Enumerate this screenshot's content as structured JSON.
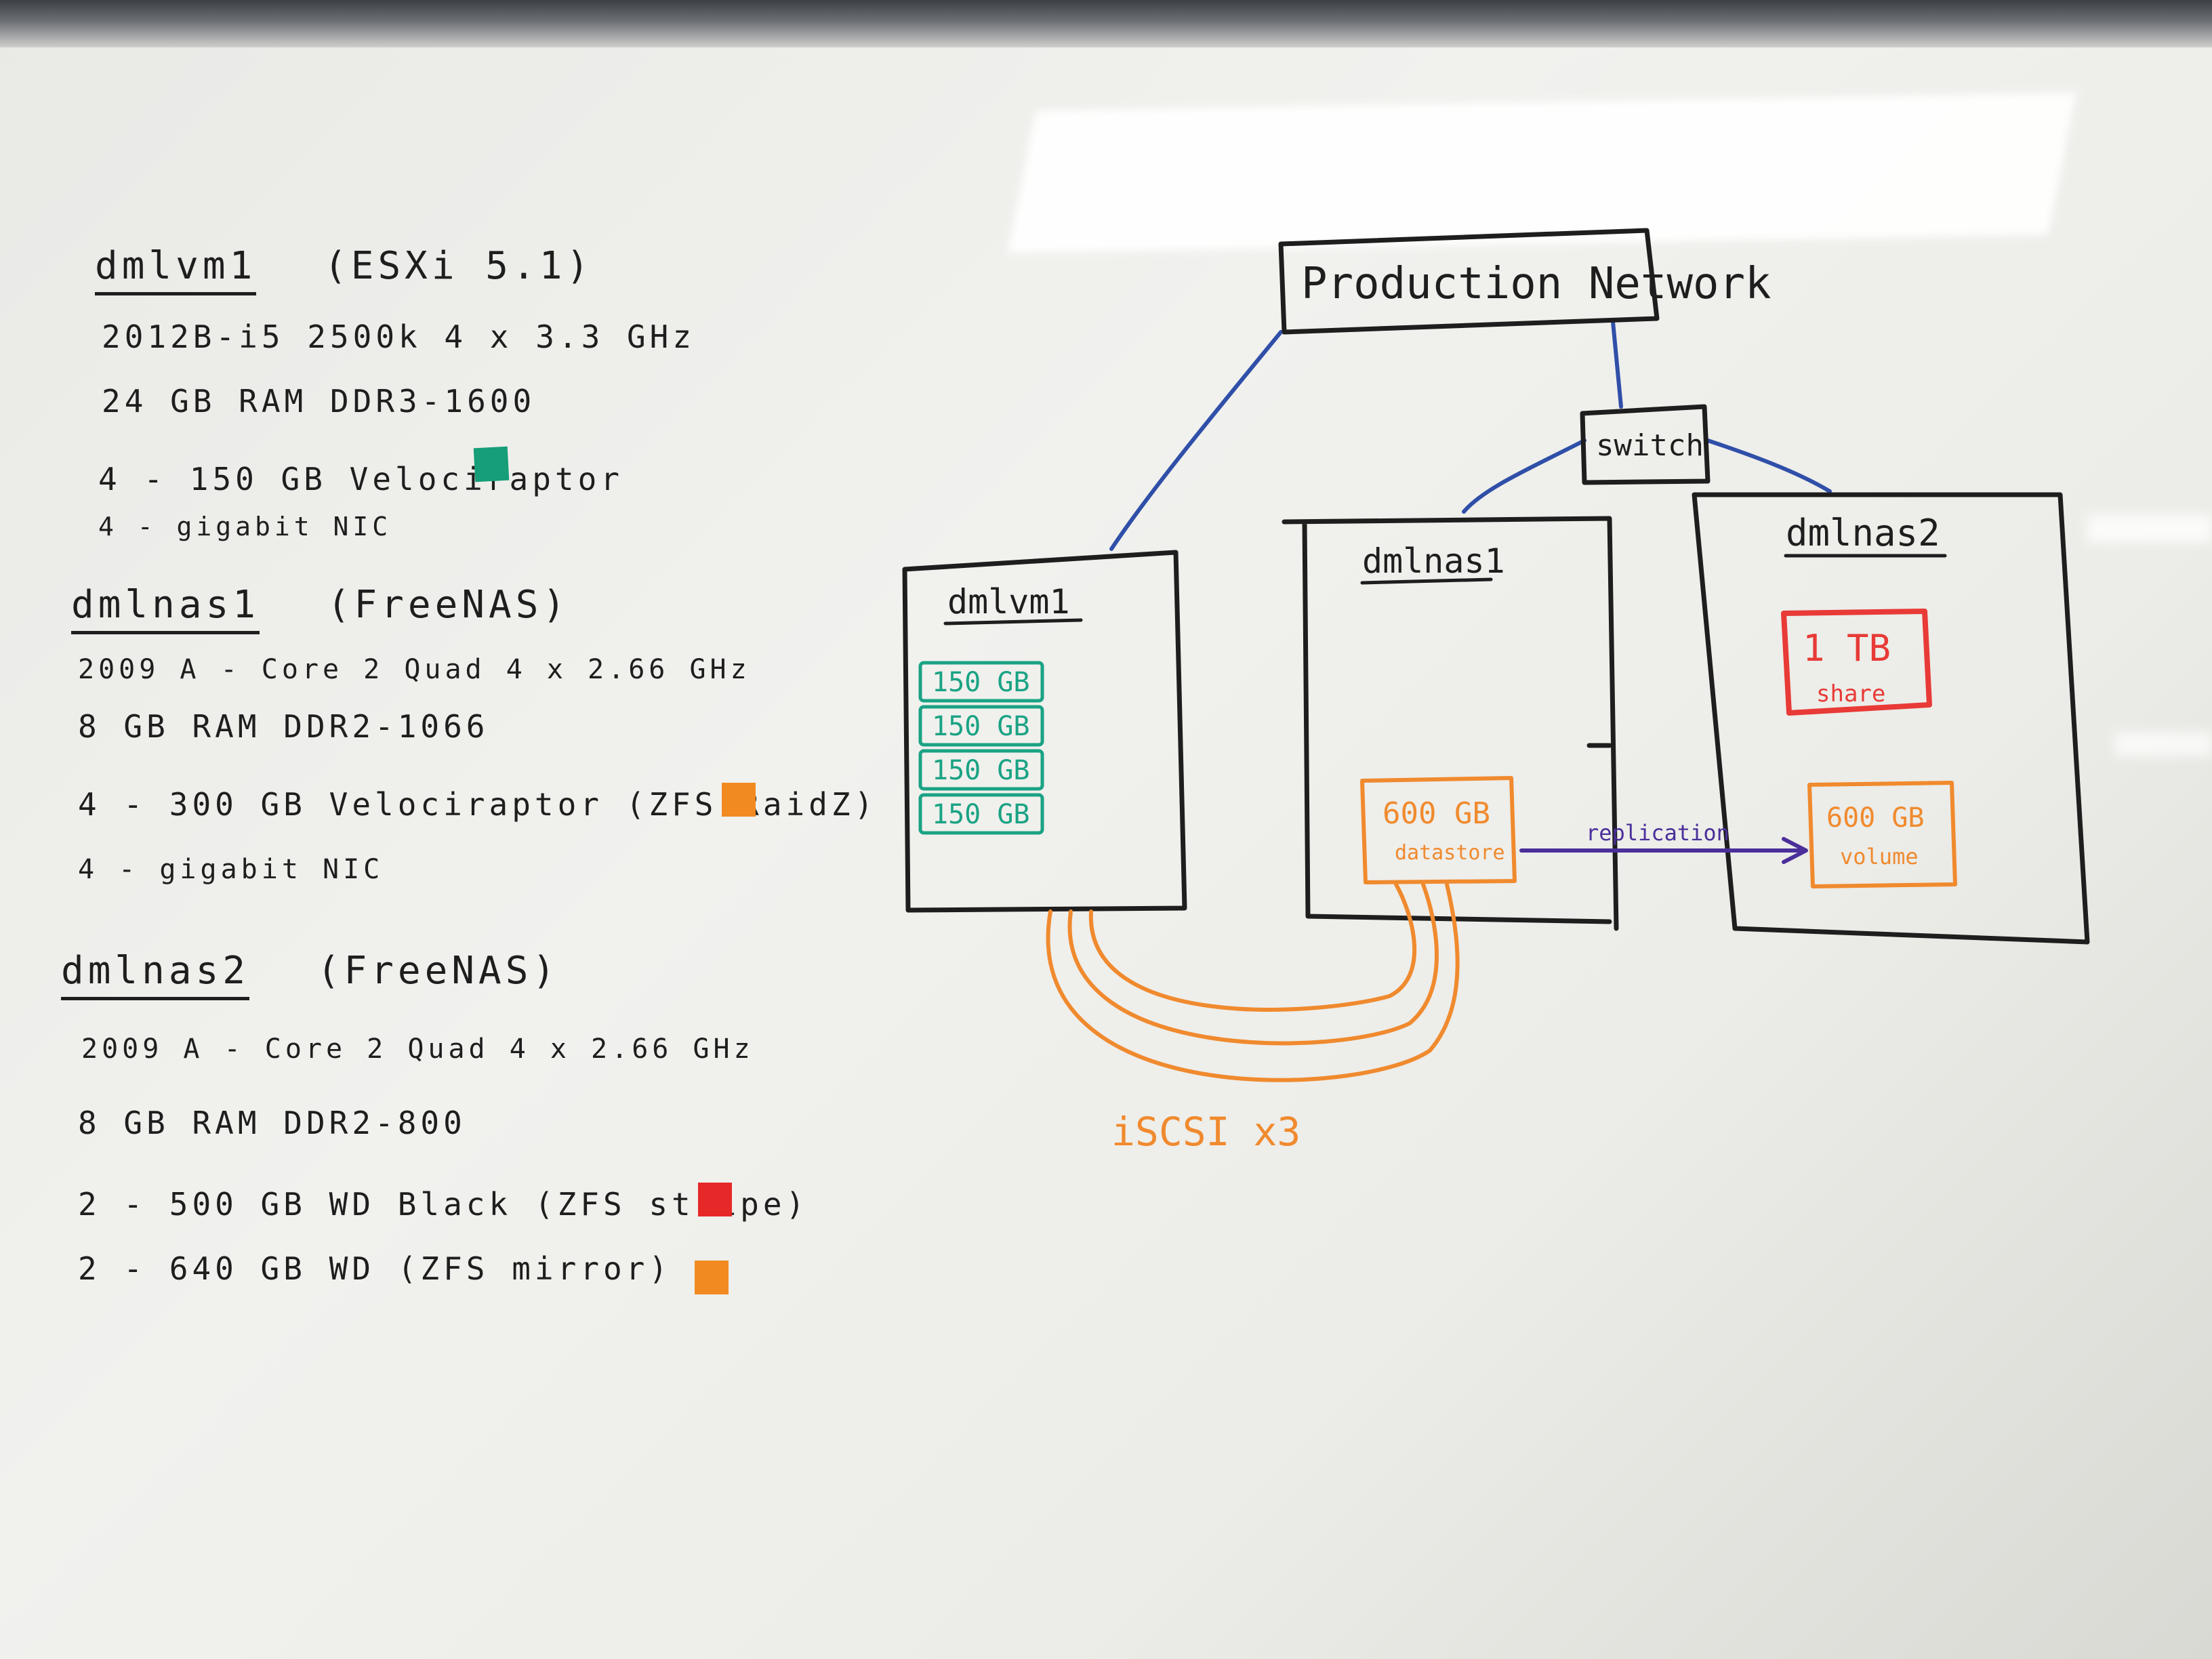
{
  "notes": {
    "vm1": {
      "name": "dmlvm1",
      "os": "(ESXi 5.1)",
      "lines": [
        "2012B-i5 2500k 4 x 3.3 GHz",
        "24 GB RAM DDR3-1600",
        "4 - 150 GB Velociraptor",
        "4 - gigabit NIC"
      ]
    },
    "nas1": {
      "name": "dmlnas1",
      "os": "(FreeNAS)",
      "lines": [
        "2009 A - Core 2 Quad 4 x 2.66 GHz",
        "8 GB RAM DDR2-1066",
        "4 - 300 GB Velociraptor (ZFS RaidZ)",
        "4 - gigabit NIC"
      ]
    },
    "nas2": {
      "name": "dmlnas2",
      "os": "(FreeNAS)",
      "lines": [
        "2009 A - Core 2 Quad 4 x 2.66 GHz",
        "8 GB RAM DDR2-800",
        "2 - 500 GB WD Black (ZFS stripe)",
        "2 - 640 GB WD (ZFS mirror)"
      ]
    }
  },
  "diagram": {
    "network_label": "Production Network",
    "switch_label": "switch",
    "vm1_label": "dmlvm1",
    "nas1_label": "dmlnas1",
    "nas2_label": "dmlnas2",
    "disk_labels": [
      "150 GB",
      "150 GB",
      "150 GB",
      "150 GB"
    ],
    "datastore_size": "600 GB",
    "datastore_label": "datastore",
    "share_size": "1 TB",
    "share_label": "share",
    "volume_size": "600 GB",
    "volume_label": "volume",
    "replication_label": "replication",
    "iscsi_label": "iSCSI x3"
  },
  "colors": {
    "marker_black": "#1e1e1e",
    "network_blue": "#2f4fa8",
    "disk_green": "#1aa384",
    "iscsi_orange": "#f08a2e",
    "share_red": "#e83a36",
    "replication_purple": "#4a2f9a",
    "swatch_green": "#159e78",
    "swatch_orange": "#f28a22",
    "swatch_red": "#e62828"
  }
}
